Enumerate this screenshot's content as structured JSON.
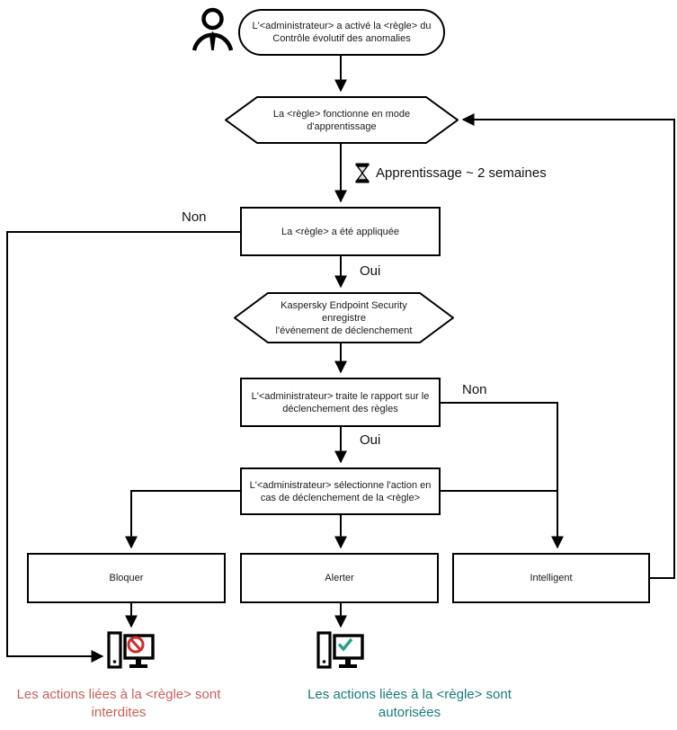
{
  "diagram": {
    "start": {
      "label": "L'<administrateur> a activé la <règle> du\nContrôle évolutif des anomalies"
    },
    "learning_mode": {
      "label": "La <règle> fonctionne en mode d'apprentissage"
    },
    "learning_duration": {
      "label": "Apprentissage ~ 2 semaines"
    },
    "rule_applied": {
      "label": "La <règle> a été appliquée",
      "no": "Non",
      "yes": "Oui"
    },
    "event_logged": {
      "label": "Kaspersky Endpoint Security enregistre\nl'événement de déclenchement"
    },
    "report_review": {
      "label": "L'<administrateur> traite le rapport sur le\ndéclenchement des règles",
      "no": "Non",
      "yes": "Oui"
    },
    "action_select": {
      "label": "L'<administrateur> sélectionne l'action en\ncas de déclenchement de la <règle>"
    },
    "actions": {
      "block": "Bloquer",
      "alert": "Alerter",
      "smart": "Intelligent"
    },
    "outcomes": {
      "blocked": {
        "label": "Les actions liées à la <règle> sont\ninterdites",
        "color": "#c4625b"
      },
      "allowed": {
        "label": "Les actions liées à la <règle> sont\nautorisées",
        "color": "#187a7c"
      }
    },
    "icons": {
      "actor": "person-icon",
      "wait": "hourglass-icon",
      "blocked_pc": "computer-blocked-icon",
      "allowed_pc": "computer-allowed-icon"
    },
    "accent_colors": {
      "prohibition": "#d22b2b",
      "checkmark": "#27a08a",
      "line": "#000000"
    }
  }
}
